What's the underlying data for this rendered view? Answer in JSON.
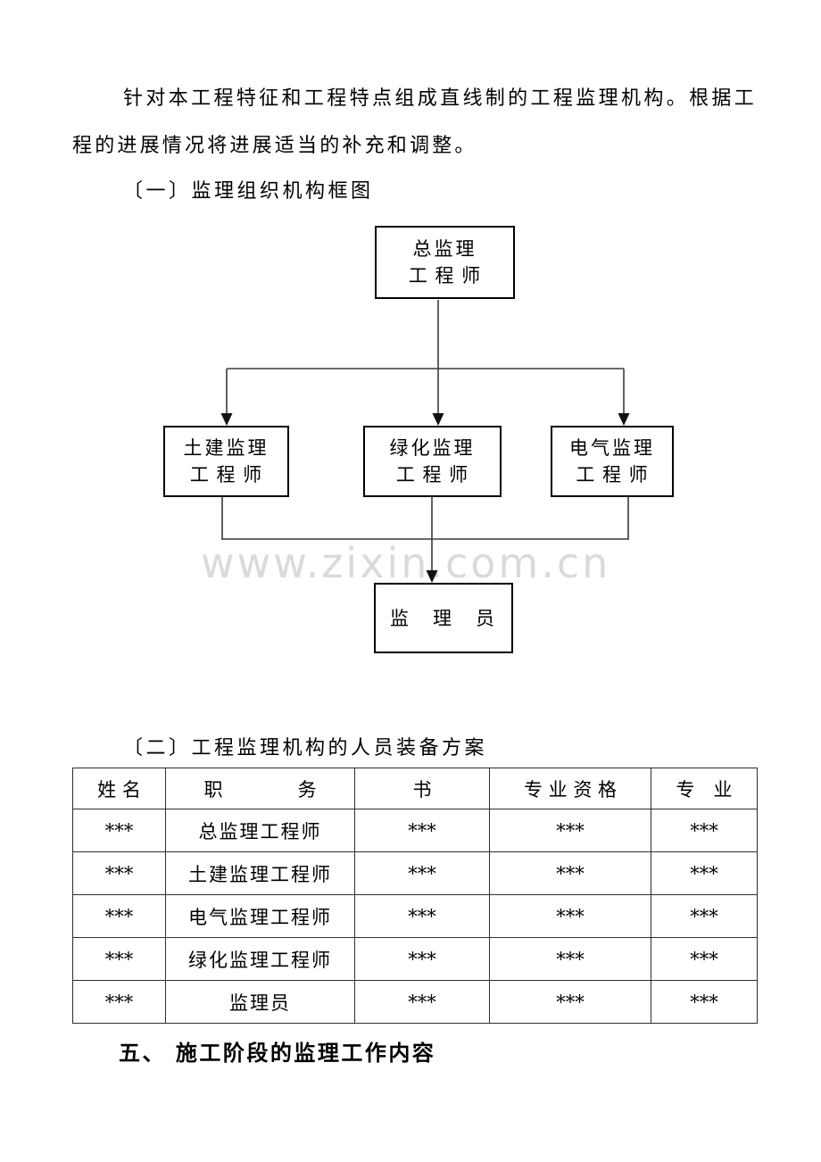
{
  "document": {
    "paragraph": "针对本工程特征和工程特点组成直线制的工程监理机构。根据工程的进展情况将进展适当的补充和调整。",
    "heading_one": "〔一〕监理组织机构框图",
    "heading_two": "〔二〕工程监理机构的人员装备方案",
    "heading_five": "五、 施工阶段的监理工作内容"
  },
  "org_chart": {
    "watermark": "www.zixin.com.cn",
    "nodes": {
      "chief": {
        "line1": "总监理",
        "line2": "工 程 师"
      },
      "civil": {
        "line1": "土建监理",
        "line2": "工 程 师"
      },
      "greening": {
        "line1": "绿化监理",
        "line2": "工 程 师"
      },
      "electrical": {
        "line1": "电气监理",
        "line2": "工 程 师"
      },
      "supervisor": {
        "line1": "监　理　员"
      }
    }
  },
  "personnel_table": {
    "headers": [
      "姓 名",
      "职　　　　务",
      "书",
      "专 业 资 格",
      "专　业"
    ],
    "rows": [
      {
        "cells": [
          "***",
          "总监理工程师",
          "***",
          "***",
          "***"
        ]
      },
      {
        "cells": [
          "***",
          "土建监理工程师",
          "***",
          "***",
          "***"
        ]
      },
      {
        "cells": [
          "***",
          "电气监理工程师",
          "***",
          "***",
          "***"
        ]
      },
      {
        "cells": [
          "***",
          "绿化监理工程师",
          "***",
          "***",
          "***"
        ]
      },
      {
        "cells": [
          "***",
          "监理员",
          "***",
          "***",
          "***"
        ]
      }
    ]
  },
  "colors": {
    "background": "#ffffff",
    "text": "#000000",
    "box_border": "#000000",
    "connector_line": "#3a3a3a",
    "table_border": "#2e2e2e",
    "watermark": "#dadada"
  }
}
